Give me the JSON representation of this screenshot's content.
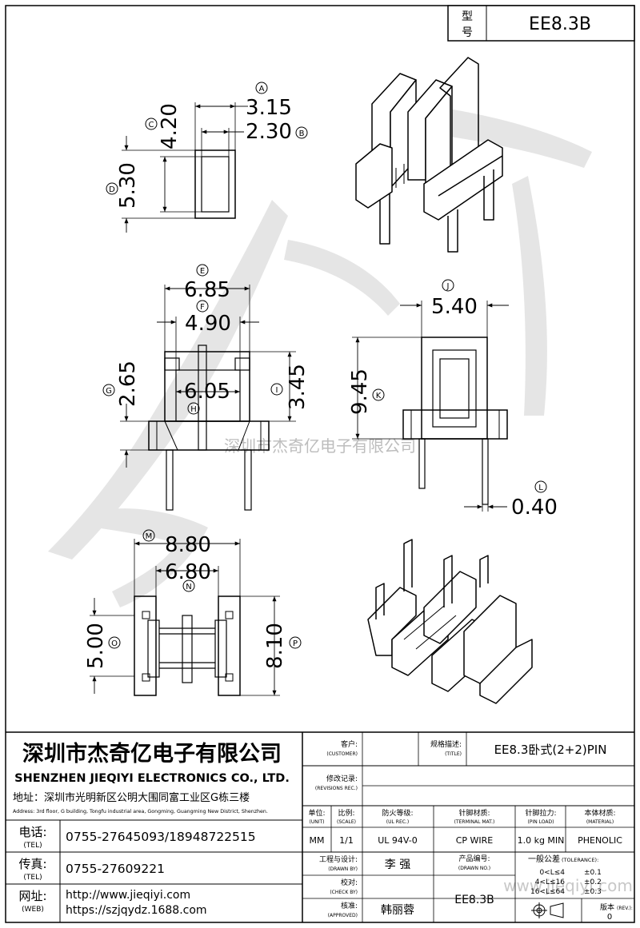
{
  "model_box": {
    "label_top": "型",
    "label_bottom": "号",
    "value": "EE8.3B"
  },
  "watermark": {
    "text": "深圳市杰奇亿电子有限公司",
    "url": "www.jieqiyi.com"
  },
  "dimensions": {
    "A": {
      "value": "3.15",
      "marker": "A"
    },
    "B": {
      "value": "2.30",
      "marker": "B"
    },
    "C": {
      "value": "4.20",
      "marker": "C"
    },
    "D": {
      "value": "5.30",
      "marker": "D"
    },
    "E": {
      "value": "6.85",
      "marker": "E"
    },
    "F": {
      "value": "4.90",
      "marker": "F"
    },
    "G": {
      "value": "2.65",
      "marker": "G"
    },
    "H": {
      "value": "6.05",
      "marker": "H"
    },
    "I": {
      "value": "3.45",
      "marker": "I"
    },
    "J": {
      "value": "5.40",
      "marker": "J"
    },
    "K": {
      "value": "9.45",
      "marker": "K"
    },
    "L": {
      "value": "0.40",
      "marker": "L"
    },
    "M": {
      "value": "8.80",
      "marker": "M"
    },
    "N": {
      "value": "6.80",
      "marker": "N"
    },
    "O": {
      "value": "5.00",
      "marker": "O"
    },
    "P": {
      "value": "8.10",
      "marker": "P"
    }
  },
  "company": {
    "name_cn": "深圳市杰奇亿电子有限公司",
    "name_en": "SHENZHEN JIEQIYI ELECTRONICS CO., LTD.",
    "address_cn": "地址：深圳市光明新区公明大围同富工业区G栋三楼",
    "address_en": "Address: 3rd floor, G building, Tongfu industrial area, Gongming, Guangming New District, Shenzhen.",
    "tel_label": "电话:",
    "tel_label_en": "(TEL)",
    "tel": "0755-27645093/18948722515",
    "fax_label": "传真:",
    "fax_label_en": "(TEL)",
    "fax": "0755-27609221",
    "web_label": "网址:",
    "web_label_en": "(WEB)",
    "web1": "http://www.jieqiyi.com",
    "web2": "https://szjqydz.1688.com"
  },
  "title_block": {
    "customer_label": "客户:",
    "customer_label_en": "(CUSTOMER)",
    "customer": "",
    "title_label": "规格描述:",
    "title_label_en": "(TITLE)",
    "title": "EE8.3卧式(2+2)PIN",
    "revisions_label": "修改记录:",
    "revisions_label_en": "(REVISIONS REC.)",
    "unit_label": "单位:",
    "unit_label_en": "(UNIT)",
    "unit": "MM",
    "scale_label": "比例:",
    "scale_label_en": "(SCALE)",
    "scale": "1/1",
    "ul_label": "防火等级:",
    "ul_label_en": "(UL REC.)",
    "ul": "UL 94V-0",
    "terminal_label": "针脚材质:",
    "terminal_label_en": "(TERMINAL MAT.)",
    "terminal": "CP WIRE",
    "pinload_label": "针脚拉力:",
    "pinload_label_en": "(PIN LOAD)",
    "pinload": "1.0 kg MIN",
    "material_label": "本体材质:",
    "material_label_en": "(MATERIAL)",
    "material": "PHENOLIC",
    "drawn_label": "工程与设计:",
    "drawn_label_en": "(DRAWN BY)",
    "drawn": "李 强",
    "drawing_no_label": "产品编号:",
    "drawing_no_label_en": "(DRAWN NO.)",
    "check_label": "校对:",
    "check_label_en": "(CHECK BY)",
    "approved_label": "核准:",
    "approved_label_en": "(APPROVED)",
    "approved": "韩丽蓉",
    "drawing_no": "EE8.3B",
    "tolerance_label": "一般公差",
    "tolerance_label_en": "(TOLERANCE):",
    "tolerance": [
      {
        "range": "0<L≤4",
        "value": "±0.1"
      },
      {
        "range": "4<L≤16",
        "value": "±0.2"
      },
      {
        "range": "16<L≤64",
        "value": "±0.3"
      }
    ],
    "rev_label": "版本",
    "rev_label_en": "(REV.):",
    "rev": "0"
  }
}
